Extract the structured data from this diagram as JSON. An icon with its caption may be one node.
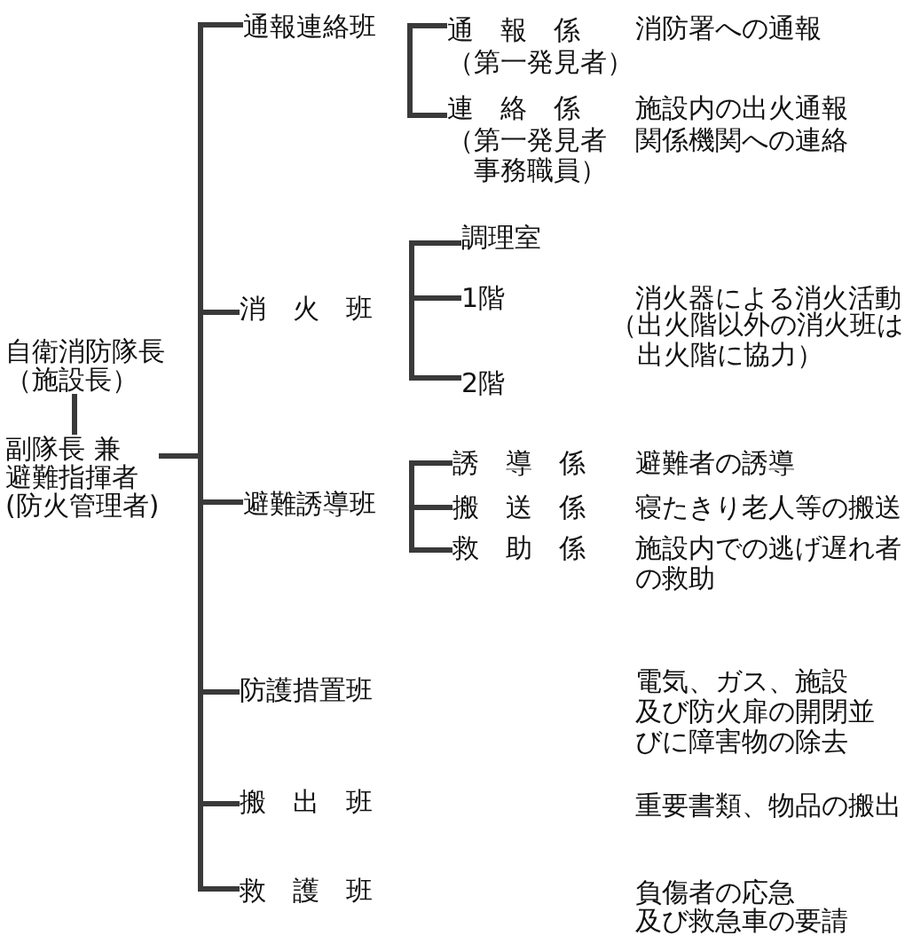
{
  "diagram": {
    "nodes": [
      {
        "text": [
          "自衛消防隊長",
          "（施設長）"
        ]
      },
      {
        "text": [
          "副隊長 兼避難指揮者",
          "(防火管理者)"
        ]
      },
      {
        "text": [
          "通報連絡班"
        ]
      },
      {
        "text": [
          "通　報　係",
          "（第一発見者）"
        ],
        "beside": [
          "消防署への通報"
        ]
      },
      {
        "text": [
          "連　絡　係",
          "（第一発見者事務職員）"
        ],
        "beside": [
          "施設内の出火通報",
          "関係機関への連絡"
        ]
      },
      {
        "text": [
          "消　火　班"
        ],
        "beside": [
          "消火器による消火活動",
          "（出火階以外の消火班は出火階に協力）"
        ]
      },
      {
        "text": [
          "調理室"
        ]
      },
      {
        "text": [
          "1階"
        ]
      },
      {
        "text": [
          "2階"
        ]
      },
      {
        "text": [
          "避難誘導班"
        ]
      },
      {
        "text": [
          "誘　導　係"
        ],
        "beside": [
          "避難者の誘導"
        ]
      },
      {
        "text": [
          "搬　送　係"
        ],
        "beside": [
          "寝たきり老人等の搬送"
        ]
      },
      {
        "text": [
          "救　助　係"
        ],
        "beside": [
          "施設内での逃げ遅れ者の救助"
        ]
      },
      {
        "text": [
          "防護措置班"
        ],
        "beside": [
          "電気、ガス、施設",
          "及び防火扉の開閉並びに障害物の除去"
        ]
      },
      {
        "text": [
          "搬　出　班"
        ]
      },
      {
        "text": [
          "救　護　班"
        ],
        "beside": [
          "負傷者の応急",
          "及び救急車の要請"
        ]
      }
    ],
    "edges": [
      {
        "from": 0,
        "to": 1,
        "arrow": "none"
      },
      {
        "from": 1,
        "to": 2,
        "arrow": "none"
      },
      {
        "from": 1,
        "to": 5,
        "arrow": "none"
      },
      {
        "from": 1,
        "to": 9,
        "arrow": "none"
      },
      {
        "from": 1,
        "to": 13,
        "arrow": "none"
      },
      {
        "from": 1,
        "to": 14,
        "arrow": "none"
      },
      {
        "from": 1,
        "to": 15,
        "arrow": "none"
      },
      {
        "from": 2,
        "to": 3,
        "arrow": "none"
      },
      {
        "from": 2,
        "to": 4,
        "arrow": "none"
      },
      {
        "from": 5,
        "to": 6,
        "arrow": "none"
      },
      {
        "from": 5,
        "to": 7,
        "arrow": "none"
      },
      {
        "from": 5,
        "to": 8,
        "arrow": "none"
      },
      {
        "from": 9,
        "to": 10,
        "arrow": "none"
      },
      {
        "from": 9,
        "to": 11,
        "arrow": "none"
      },
      {
        "from": 9,
        "to": 12,
        "arrow": "none"
      }
    ],
    "labels": [
      "重要書類、物品の搬出"
    ]
  }
}
